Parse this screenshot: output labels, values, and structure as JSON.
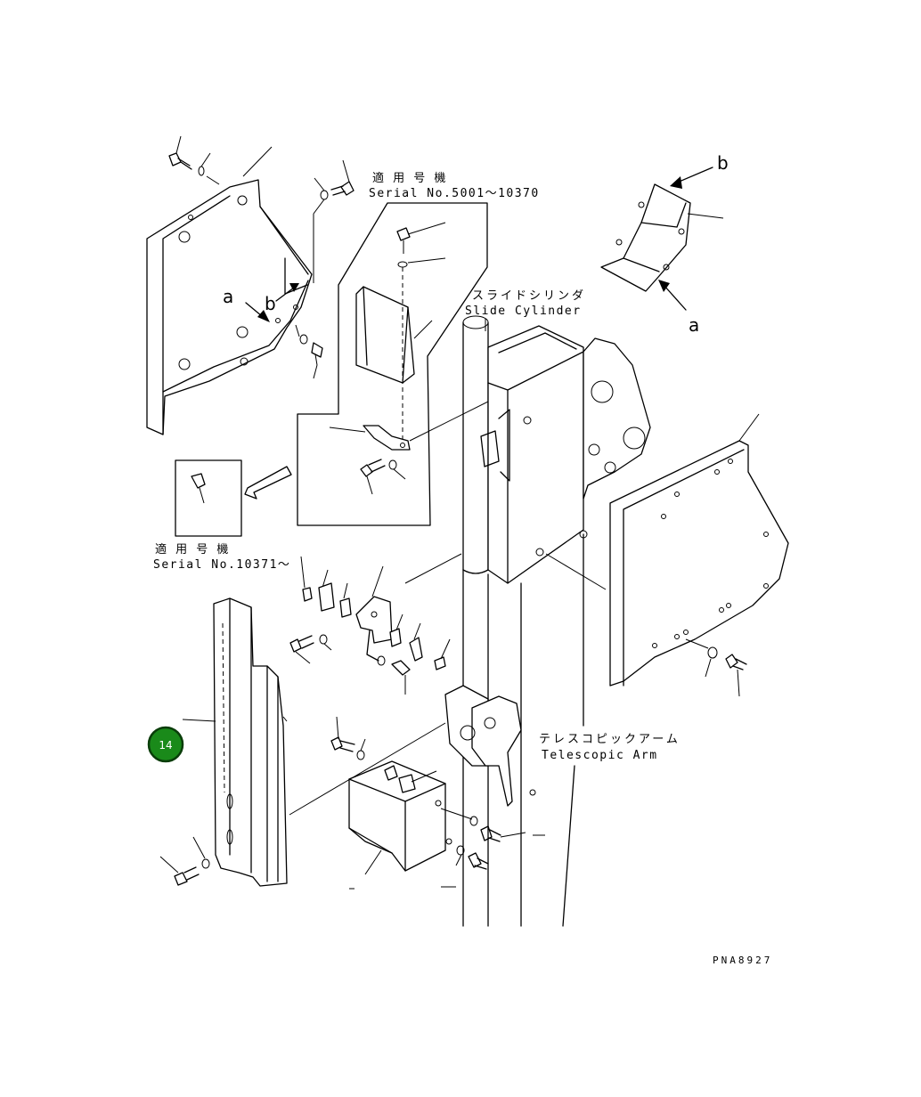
{
  "labels": {
    "applicable_models_top": "適 用 号 機",
    "serial_range_top": "Serial No.5001～10370",
    "applicable_models_bottom": "適 用 号 機",
    "serial_range_bottom": "Serial No.10371～",
    "slide_cylinder_jp": "スライドシリンダ",
    "slide_cylinder_en": "Slide Cylinder",
    "telescopic_arm_jp": "テレスコピックアーム",
    "telescopic_arm_en": "Telescopic Arm"
  },
  "reference_letters": {
    "a_left": "a",
    "b_left": "b",
    "b_right": "b",
    "a_right": "a"
  },
  "callouts": [
    {
      "number": "14",
      "color": "#1a8a1a",
      "border_color": "#0a3d0a"
    }
  ],
  "drawing_code": "PNA8927"
}
